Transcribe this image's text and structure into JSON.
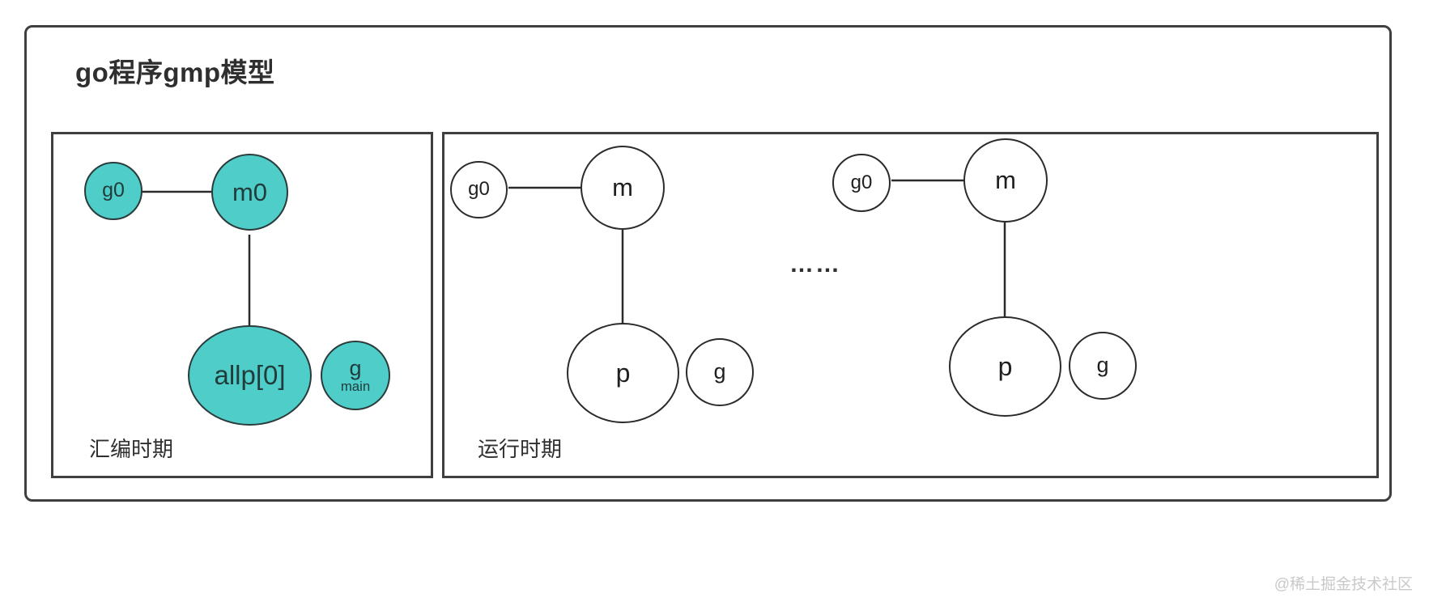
{
  "title": "go程序gmp模型",
  "colors": {
    "teal_fill": "#4ecdc9",
    "node_stroke": "#2b3b3b",
    "frame_stroke": "#3f3f3f",
    "text": "#2f2f2f",
    "watermark": "#c9c9c9"
  },
  "panels": [
    {
      "id": "compile",
      "caption": "汇编时期",
      "nodes": [
        {
          "id": "c-g0",
          "label": "g0",
          "sublabel": "",
          "style": "teal"
        },
        {
          "id": "c-m0",
          "label": "m0",
          "sublabel": "",
          "style": "teal"
        },
        {
          "id": "c-allp0",
          "label": "allp[0]",
          "sublabel": "",
          "style": "teal"
        },
        {
          "id": "c-gmain",
          "label": "g",
          "sublabel": "main",
          "style": "teal"
        }
      ],
      "edges": [
        {
          "from": "c-g0",
          "to": "c-m0"
        },
        {
          "from": "c-m0",
          "to": "c-allp0"
        }
      ]
    },
    {
      "id": "runtime",
      "caption": "运行时期",
      "separator": "……",
      "groups": [
        {
          "id": "rt-left",
          "nodes": [
            {
              "id": "r1-g0",
              "label": "g0",
              "sublabel": "",
              "style": "plain"
            },
            {
              "id": "r1-m",
              "label": "m",
              "sublabel": "",
              "style": "plain"
            },
            {
              "id": "r1-p",
              "label": "p",
              "sublabel": "",
              "style": "plain"
            },
            {
              "id": "r1-g",
              "label": "g",
              "sublabel": "",
              "style": "plain"
            }
          ],
          "edges": [
            {
              "from": "r1-g0",
              "to": "r1-m"
            },
            {
              "from": "r1-m",
              "to": "r1-p"
            }
          ]
        },
        {
          "id": "rt-right",
          "nodes": [
            {
              "id": "r2-g0",
              "label": "g0",
              "sublabel": "",
              "style": "plain"
            },
            {
              "id": "r2-m",
              "label": "m",
              "sublabel": "",
              "style": "plain"
            },
            {
              "id": "r2-p",
              "label": "p",
              "sublabel": "",
              "style": "plain"
            },
            {
              "id": "r2-g",
              "label": "g",
              "sublabel": "",
              "style": "plain"
            }
          ],
          "edges": [
            {
              "from": "r2-g0",
              "to": "r2-m"
            },
            {
              "from": "r2-m",
              "to": "r2-p"
            }
          ]
        }
      ]
    }
  ],
  "watermark": "@稀土掘金技术社区"
}
